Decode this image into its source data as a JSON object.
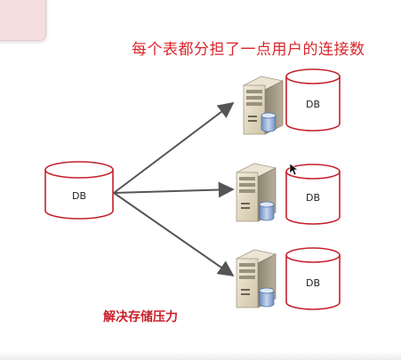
{
  "headline": "每个表都分担了一点用户的连接数",
  "caption": "解决存储压力",
  "source_db": {
    "label": "DB"
  },
  "shards": [
    {
      "label": "DB"
    },
    {
      "label": "DB"
    },
    {
      "label": "DB"
    }
  ],
  "colors": {
    "accent": "#d9262b",
    "db_stroke": "#c4202a",
    "arrow": "#555555"
  },
  "icons": [
    "server-icon",
    "database-icon",
    "mouse-cursor-icon"
  ]
}
